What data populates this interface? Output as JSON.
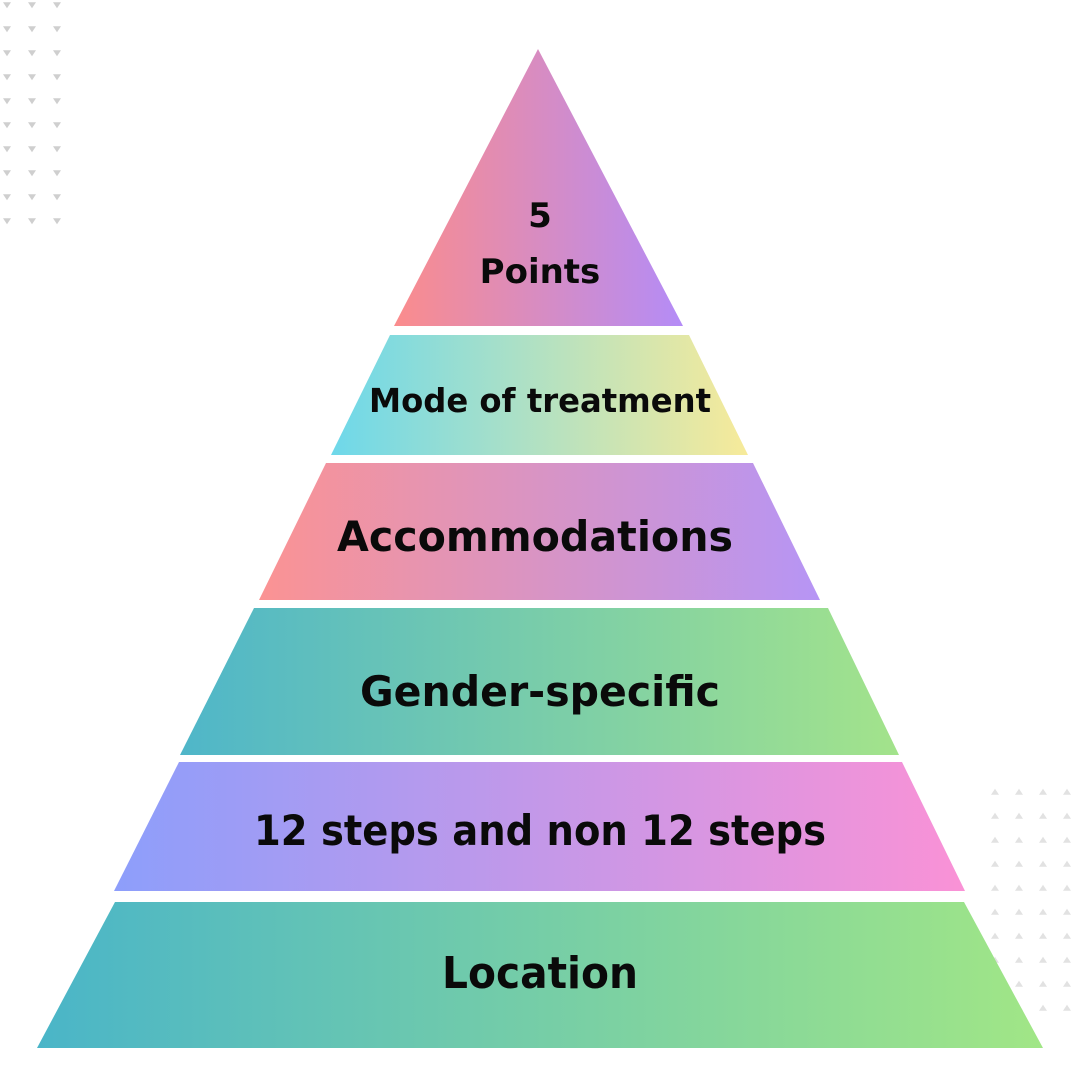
{
  "tiers": [
    {
      "id": "top",
      "lines": [
        "5",
        "Points"
      ],
      "gradient": [
        "#fb8c8c",
        "#b48cf7"
      ]
    },
    {
      "id": "mode-of-treatment",
      "lines": [
        "Mode of treatment"
      ],
      "gradient": [
        "#6ed8ea",
        "#f7ea9a"
      ]
    },
    {
      "id": "accommodations",
      "lines": [
        "Accommodations"
      ],
      "gradient": [
        "#fb9393",
        "#b695f5"
      ]
    },
    {
      "id": "gender-specific",
      "lines": [
        "Gender-specific"
      ],
      "gradient": [
        "#4fb6c9",
        "#a3e38b"
      ]
    },
    {
      "id": "twelve-steps",
      "lines": [
        "12 steps and non 12 steps"
      ],
      "gradient": [
        "#8d9efb",
        "#fa92d6"
      ]
    },
    {
      "id": "location",
      "lines": [
        "Location"
      ],
      "gradient": [
        "#4ab5c8",
        "#a1e686"
      ]
    }
  ]
}
